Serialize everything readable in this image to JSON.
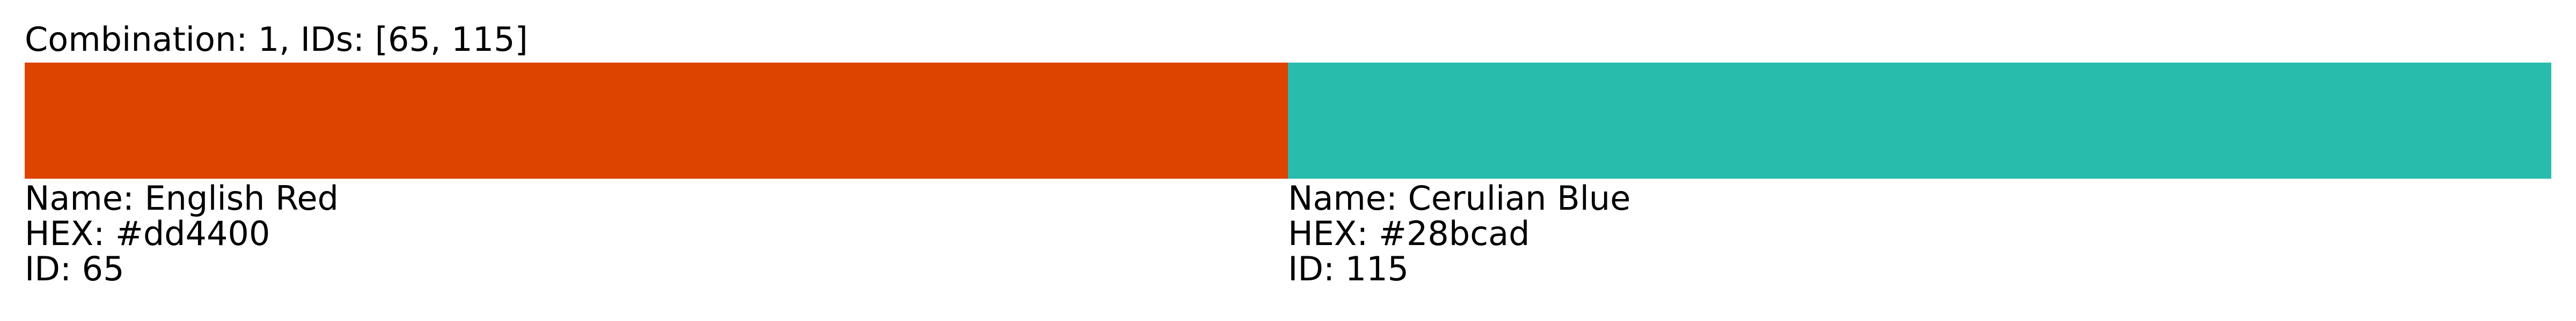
{
  "title": "Combination: 1, IDs: [65, 115]",
  "colors": [
    {
      "name_line": "Name: English Red",
      "hex_line": "HEX: #dd4400",
      "id_line": "ID: 65",
      "hex": "#dd4400"
    },
    {
      "name_line": "Name: Cerulian Blue",
      "hex_line": "HEX: #28bcad",
      "id_line": "ID: 115",
      "hex": "#28bcad"
    }
  ]
}
